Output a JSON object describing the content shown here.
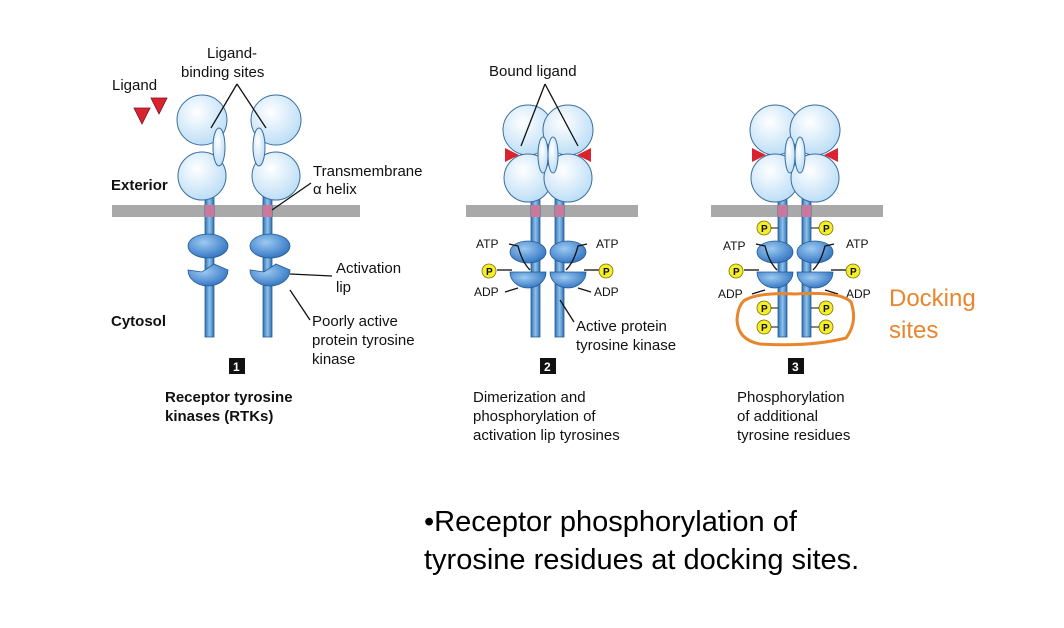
{
  "labels": {
    "ligand": "Ligand",
    "binding_sites_1": "Ligand-",
    "binding_sites_2": "binding sites",
    "bound_ligand": "Bound ligand",
    "transmembrane_1": "Transmembrane",
    "transmembrane_2": "α helix",
    "exterior": "Exterior",
    "cytosol": "Cytosol",
    "activation_1": "Activation",
    "activation_2": "lip",
    "poorly_1": "Poorly active",
    "poorly_2": "protein tyrosine",
    "poorly_3": "kinase",
    "active_1": "Active protein",
    "active_2": "tyrosine kinase",
    "atp": "ATP",
    "adp": "ADP",
    "p": "P",
    "docking_1": "Docking",
    "docking_2": "sites"
  },
  "panels": [
    {
      "number": "1",
      "caption_1": "Receptor tyrosine",
      "caption_2": "kinases (RTKs)"
    },
    {
      "number": "2",
      "caption_1": "Dimerization and",
      "caption_2": "phosphorylation of",
      "caption_3": "activation lip tyrosines"
    },
    {
      "number": "3",
      "caption_1": "Phosphorylation",
      "caption_2": "of additional",
      "caption_3": "tyrosine residues"
    }
  ],
  "bottom_text": {
    "line1": "•Receptor phosphorylation of",
    "line2": "tyrosine residues at docking sites."
  },
  "colors": {
    "membrane": "#a9a9a9",
    "receptor_domain": "#d7ecfb",
    "kinase": "#4f8fd4",
    "ligand": "#d9242f",
    "phosphate": "#f5ee2a",
    "docking": "#e8862d"
  }
}
